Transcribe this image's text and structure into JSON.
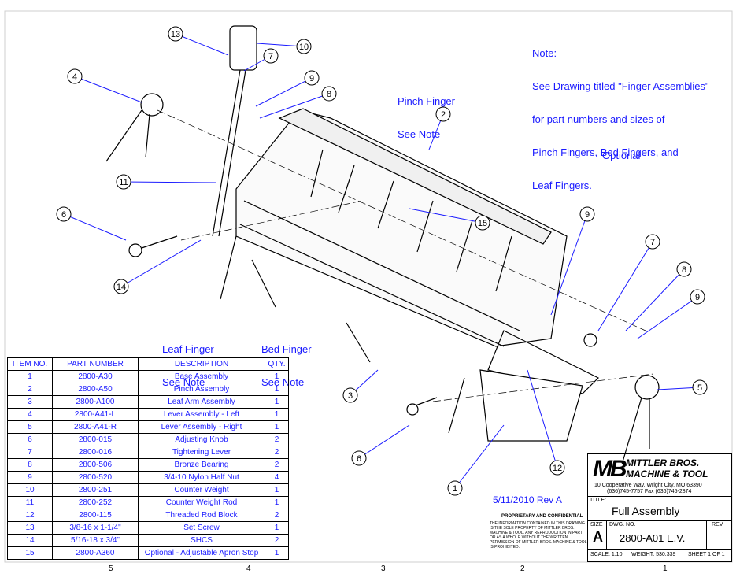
{
  "note": {
    "lines": [
      "Note:",
      "See Drawing titled \"Finger Assemblies\"",
      "for part numbers and sizes of",
      "Pinch Fingers, Bed Fingers, and",
      "Leaf Fingers."
    ]
  },
  "callouts": {
    "pinch_finger": [
      "Pinch Finger",
      "See Note"
    ],
    "leaf_finger": [
      "Leaf Finger",
      "See Note"
    ],
    "bed_finger": [
      "Bed Finger",
      "See Note"
    ],
    "optional": "Optional"
  },
  "balloons": [
    "13",
    "10",
    "7",
    "4",
    "9",
    "8",
    "2",
    "11",
    "9",
    "15",
    "6",
    "14",
    "7",
    "8",
    "9",
    "5",
    "3",
    "6",
    "12",
    "1"
  ],
  "bom": {
    "headers": [
      "ITEM NO.",
      "PART NUMBER",
      "DESCRIPTION",
      "QTY."
    ],
    "rows": [
      [
        "1",
        "2800-A30",
        "Base Assembly",
        "1"
      ],
      [
        "2",
        "2800-A50",
        "Pinch Assembly",
        "1"
      ],
      [
        "3",
        "2800-A100",
        "Leaf Arm Assembly",
        "1"
      ],
      [
        "4",
        "2800-A41-L",
        "Lever Assembly - Left",
        "1"
      ],
      [
        "5",
        "2800-A41-R",
        "Lever Assembly - Right",
        "1"
      ],
      [
        "6",
        "2800-015",
        "Adjusting Knob",
        "2"
      ],
      [
        "7",
        "2800-016",
        "Tightening Lever",
        "2"
      ],
      [
        "8",
        "2800-506",
        "Bronze Bearing",
        "2"
      ],
      [
        "9",
        "2800-520",
        "3/4-10 Nylon Half Nut",
        "4"
      ],
      [
        "10",
        "2800-251",
        "Counter Weight",
        "1"
      ],
      [
        "11",
        "2800-252",
        "Counter Weight Rod",
        "1"
      ],
      [
        "12",
        "2800-115",
        "Threaded Rod Block",
        "2"
      ],
      [
        "13",
        "3/8-16 x 1-1/4\"",
        "Set Screw",
        "1"
      ],
      [
        "14",
        "5/16-18 x 3/4\"",
        "SHCS",
        "2"
      ],
      [
        "15",
        "2800-A360",
        "Optional - Adjustable Apron Stop",
        "1"
      ]
    ]
  },
  "revision": "5/11/2010 Rev A",
  "proprietary": {
    "title": "PROPRIETARY AND CONFIDENTIAL",
    "text": "THE INFORMATION CONTAINED IN THIS DRAWING IS THE SOLE PROPERTY OF MITTLER BROS. MACHINE & TOOL. ANY REPRODUCTION IN PART OR AS A WHOLE WITHOUT THE WRITTEN PERMISSION OF MITTLER BROS. MACHINE & TOOL IS PROHIBITED."
  },
  "title_block": {
    "logo": "MB",
    "company_line1": "MITTLER BROS.",
    "company_line2": "MACHINE & TOOL",
    "address": "10 Cooperative Way, Wright City, MO 63390",
    "phone": "(636)745-7757  Fax (636)745-2874",
    "title_label": "TITLE:",
    "title": "Full Assembly",
    "size_label": "SIZE",
    "size": "A",
    "dwg_label": "DWG.  NO.",
    "dwg_no": "2800-A01 E.V.",
    "rev_label": "REV",
    "scale": "SCALE: 1:10",
    "weight": "WEIGHT: 530.339",
    "sheet": "SHEET 1 OF 1"
  },
  "zones": [
    "5",
    "4",
    "3",
    "2",
    "1"
  ],
  "colors": {
    "callout_blue": "#1a1aff",
    "line": "#000000",
    "leader": "#1a1aff"
  }
}
